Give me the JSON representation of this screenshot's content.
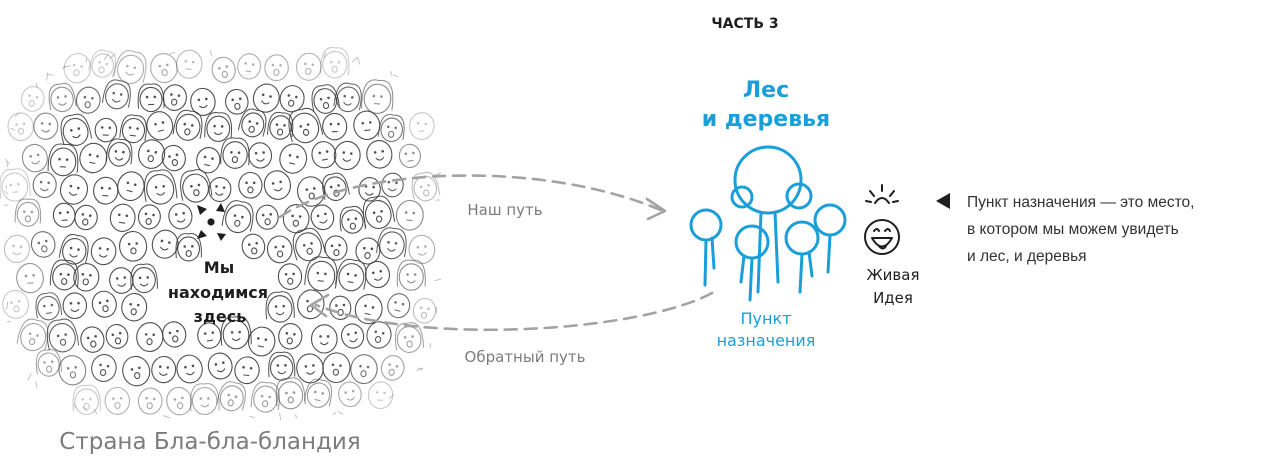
{
  "part_label": "ЧАСТЬ 3",
  "forest": {
    "line1": "Лес",
    "line2": "и деревья"
  },
  "destination": {
    "line1": "Пункт",
    "line2": "назначения"
  },
  "idea": {
    "line1": "Живая",
    "line2": "Идея"
  },
  "here": {
    "line1": "Мы",
    "line2": "находимся",
    "line3": "здесь"
  },
  "path_forward": "Наш путь",
  "path_back": "Обратный путь",
  "country": "Страна Бла-бла-бландия",
  "caption": {
    "line1": "Пункт назначения — это место,",
    "line2": "в котором мы можем увидеть",
    "line3": "и лес, и деревья"
  },
  "icons": [
    "crowd-face-icon",
    "here-marker-icon",
    "trees-icon",
    "idea-smiley-icon",
    "pointer-triangle-icon"
  ],
  "colors": {
    "accent": "#1a9fd9",
    "ink": "#1e1e1e",
    "pencil": "#7c7c7c"
  }
}
